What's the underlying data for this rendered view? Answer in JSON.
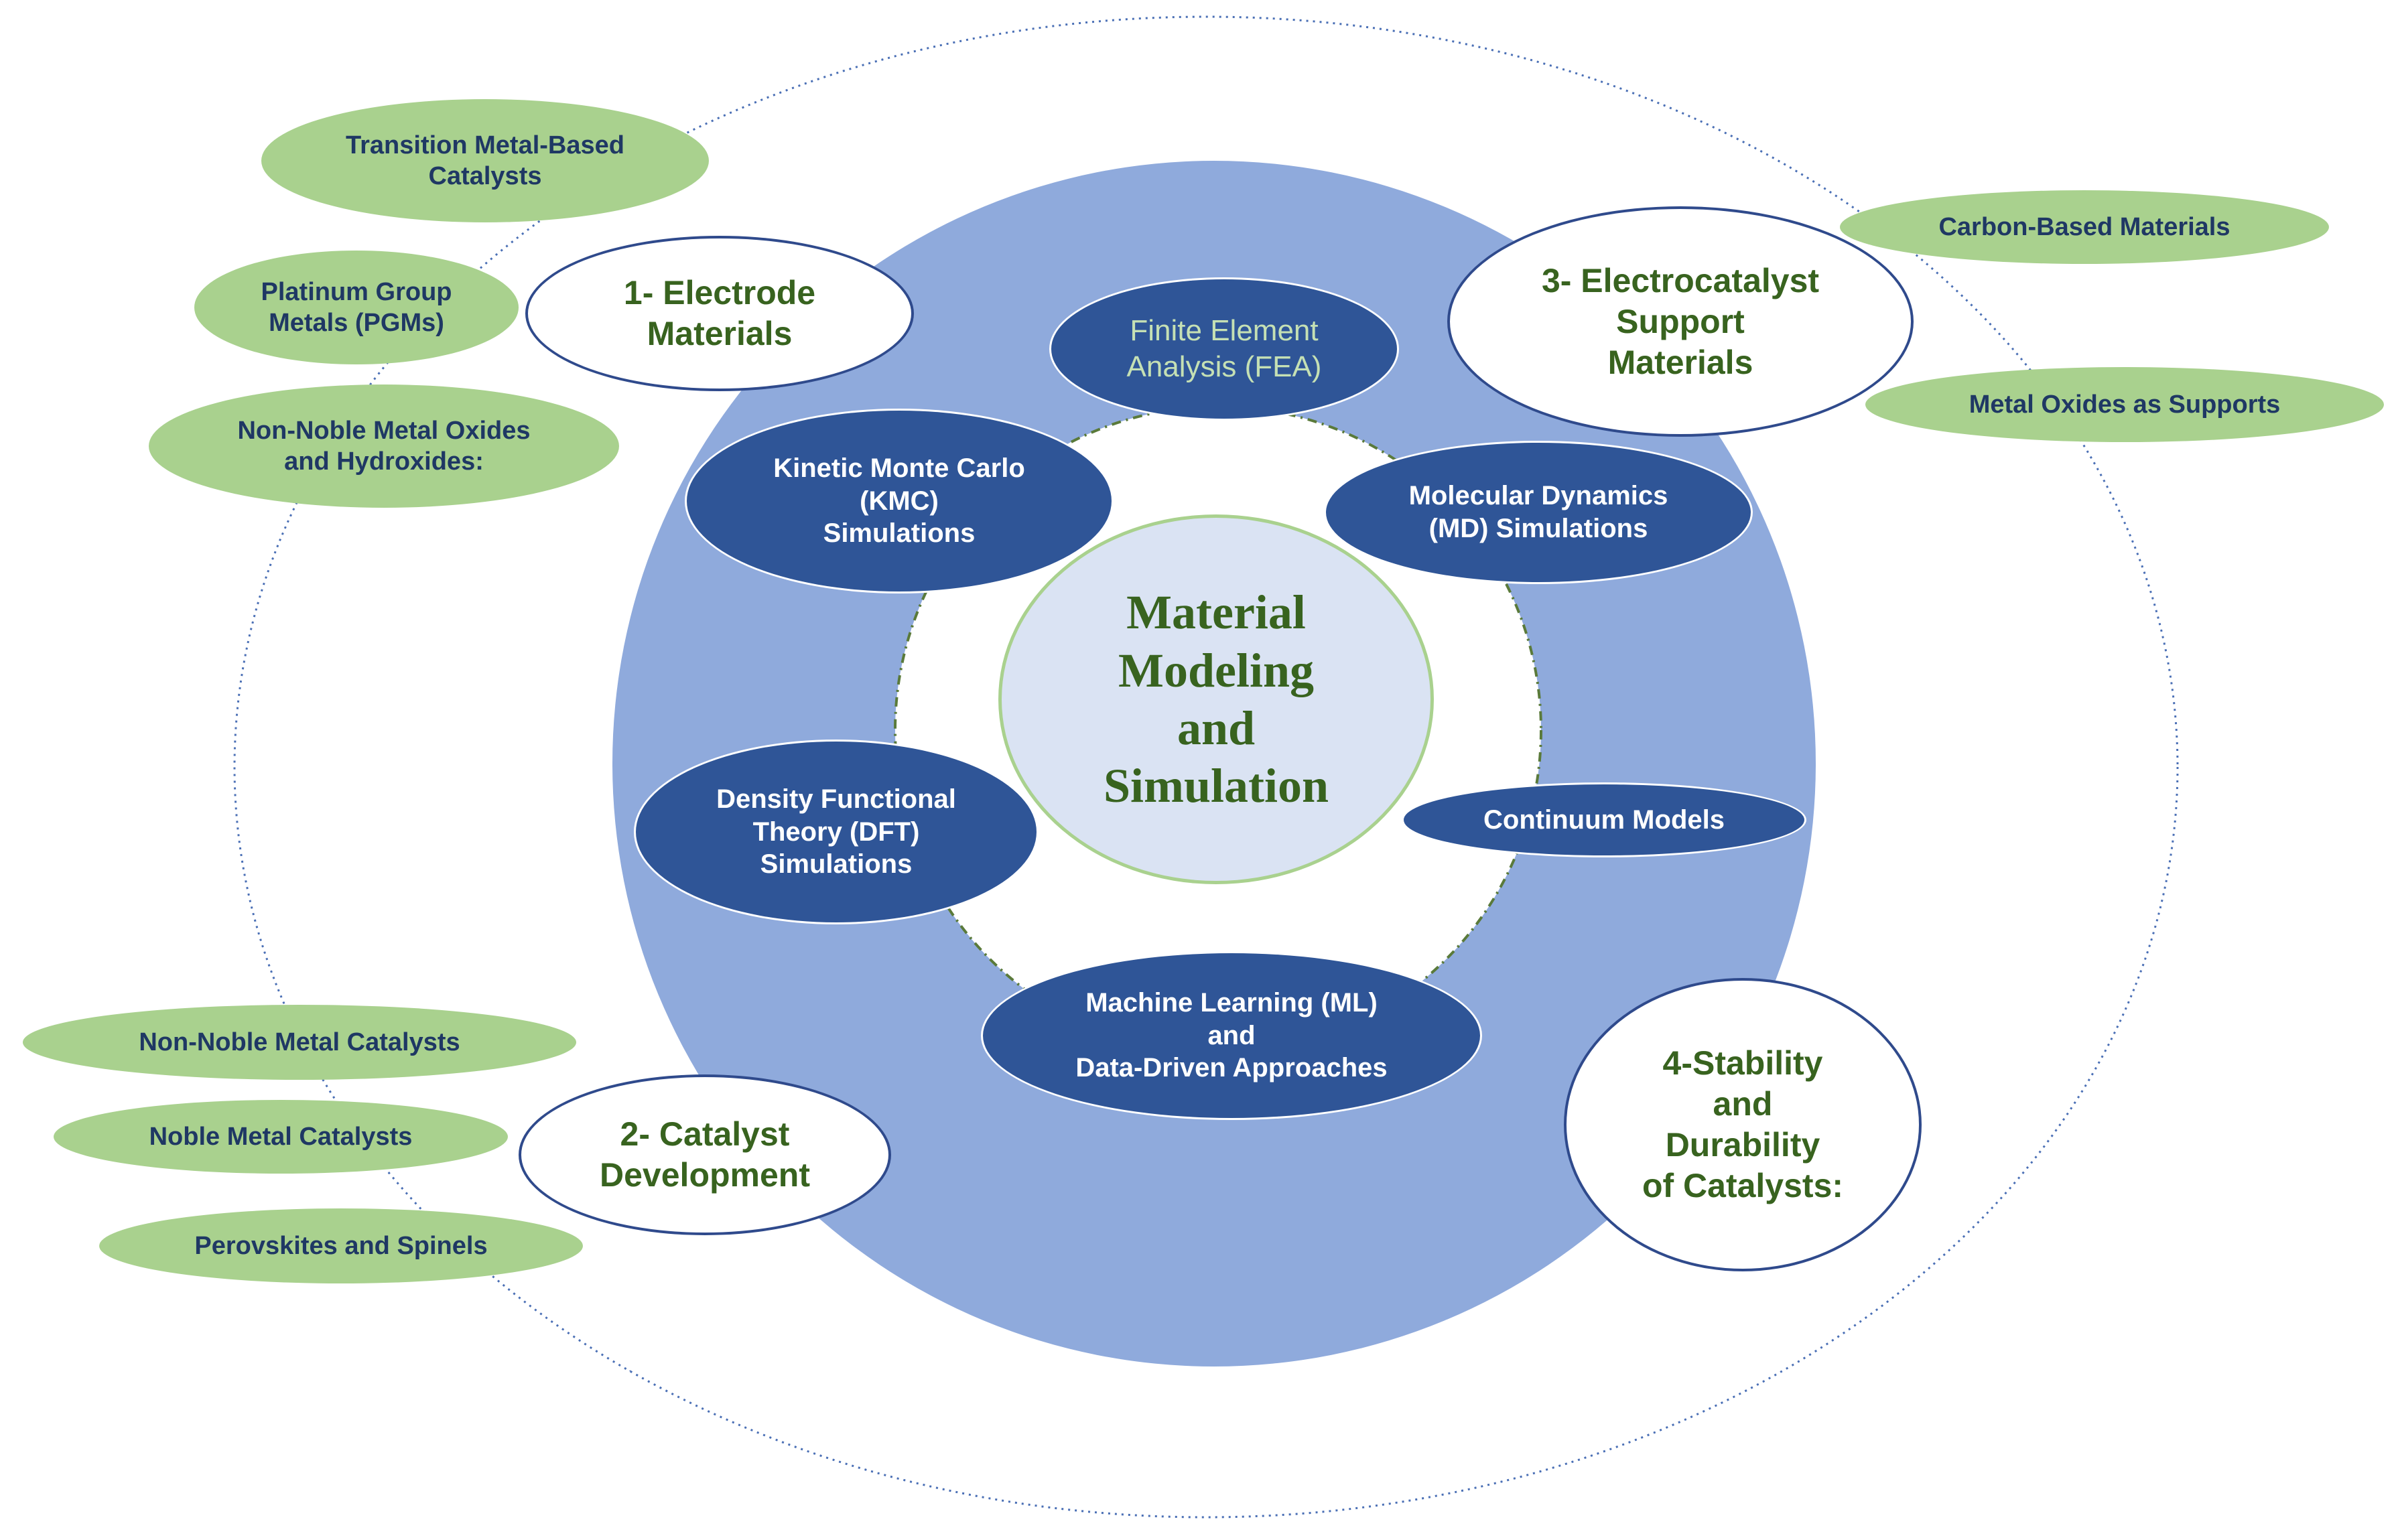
{
  "center": {
    "title": "Material\nModeling\nand\nSimulation"
  },
  "methods": {
    "fea": "Finite Element\nAnalysis (FEA)",
    "md": "Molecular Dynamics\n(MD) Simulations",
    "kmc": "Kinetic Monte Carlo\n(KMC)\nSimulations",
    "continuum": "Continuum Models",
    "dft": "Density Functional\nTheory (DFT)\nSimulations",
    "ml": "Machine Learning (ML)\nand\nData-Driven Approaches"
  },
  "categories": {
    "electrode": "1- Electrode\nMaterials",
    "catalyst": "2- Catalyst\nDevelopment",
    "support": "3- Electrocatalyst\nSupport\nMaterials",
    "stability": "4-Stability\nand\nDurability\nof Catalysts:"
  },
  "leaves": {
    "transition": "Transition Metal-Based\nCatalysts",
    "pgm": "Platinum Group\nMetals (PGMs)",
    "non_noble_oxides": "Non-Noble Metal Oxides\nand Hydroxides:",
    "carbon": "Carbon-Based Materials",
    "metal_oxides": "Metal Oxides as Supports",
    "non_noble_catalysts": "Non-Noble Metal Catalysts",
    "noble": "Noble Metal Catalysts",
    "perovskites": "Perovskites and Spinels"
  },
  "colors": {
    "ring": "#8faadc",
    "method_fill": "#2f5597",
    "leaf_fill": "#a9d18e",
    "category_text": "#38631f",
    "center_fill": "#dae3f3"
  }
}
